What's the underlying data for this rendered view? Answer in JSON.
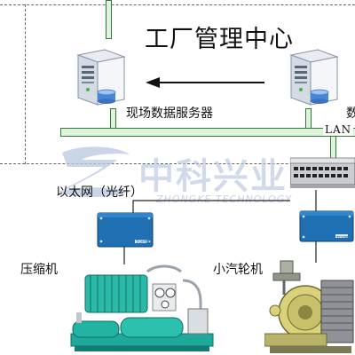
{
  "title": "工厂管理中心",
  "server_left_label": "现场数据服务器",
  "server_right_label_partial": "数",
  "lan_label": "LAN",
  "ethernet_label": "以太网（光纤）",
  "compressor_label": "压缩机",
  "turbine_label": "小汽轮机",
  "watermark": {
    "cn": "中科兴业",
    "en": "ZHONGKE TECHNOLOGY"
  },
  "device_box_tag": "TOPBY",
  "colors": {
    "pipe_green": "#2e7d32",
    "pipe_fill": "#dff3df",
    "device_blue": "#1f6fb3",
    "machine_teal": "#1fa99a"
  }
}
